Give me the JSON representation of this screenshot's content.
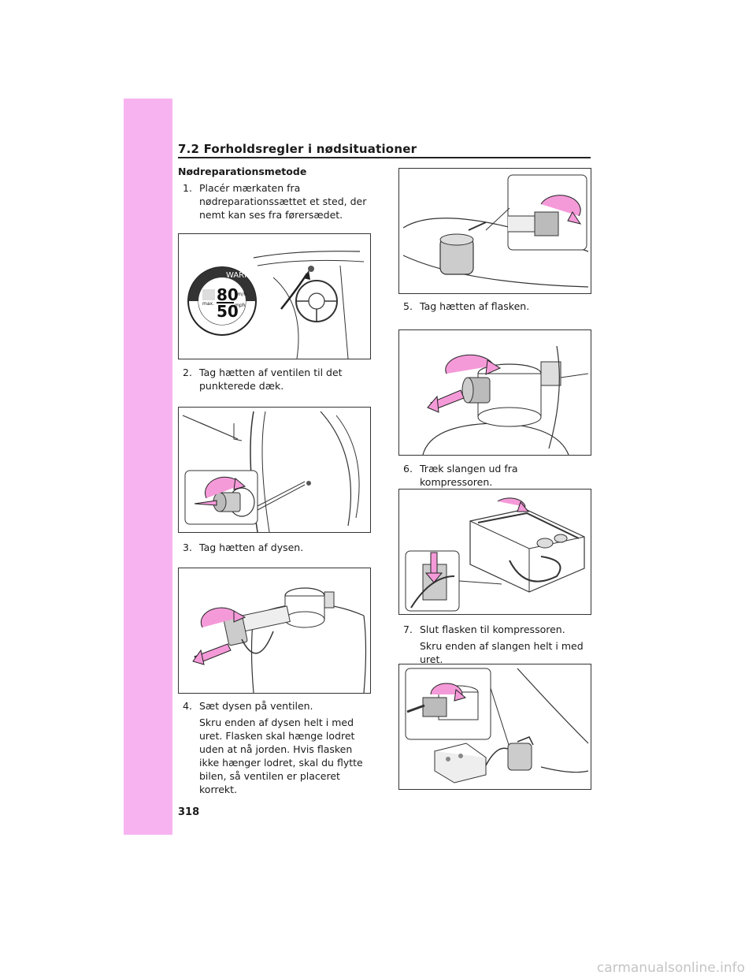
{
  "section": {
    "title": "7.2  Forholdsregler i nødsituationer"
  },
  "heading": "Nødreparationsmetode",
  "steps": [
    {
      "num": "1.",
      "text": "Placér mærkaten fra nødreparationssættet et sted, der nemt kan ses fra førersædet.",
      "sub": ""
    },
    {
      "num": "2.",
      "text": "Tag hætten af ventilen til det punkterede dæk.",
      "sub": ""
    },
    {
      "num": "3.",
      "text": "Tag hætten af dysen.",
      "sub": ""
    },
    {
      "num": "4.",
      "text": "Sæt dysen på ventilen.",
      "sub": "Skru enden af dysen helt i med uret. Flasken skal hænge lodret uden at nå jorden. Hvis flasken ikke hænger lodret, skal du flytte bilen, så ventilen er placeret korrekt."
    },
    {
      "num": "5.",
      "text": "Tag hætten af flasken.",
      "sub": ""
    },
    {
      "num": "6.",
      "text": "Træk slangen ud fra kompressoren.",
      "sub": ""
    },
    {
      "num": "7.",
      "text": "Slut flasken til kompressoren.",
      "sub": "Skru enden af slangen helt i med uret."
    }
  ],
  "sticker": {
    "warning": "WARNING",
    "speed_kmh": "80",
    "unit_kmh": "km/h",
    "speed_mph": "50",
    "unit_mph": "mph",
    "max": "max."
  },
  "page_number": "318",
  "watermark": "carmanualsonline.info",
  "colors": {
    "sidebar": "#f7b3f0",
    "arrow": "#f59ad9"
  }
}
